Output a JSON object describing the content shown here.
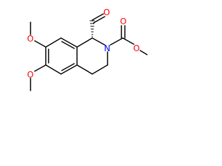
{
  "molecule": {
    "name": "",
    "colors": {
      "bond": "#000000",
      "oxygen": "#ff0000",
      "nitrogen": "#0000ff"
    },
    "labels": {
      "o_methoxy_upper": "O",
      "o_methoxy_lower": "O",
      "o_aldehyde": "O",
      "o_carbonyl": "O",
      "o_ester": "O",
      "n_ring": "N"
    }
  }
}
